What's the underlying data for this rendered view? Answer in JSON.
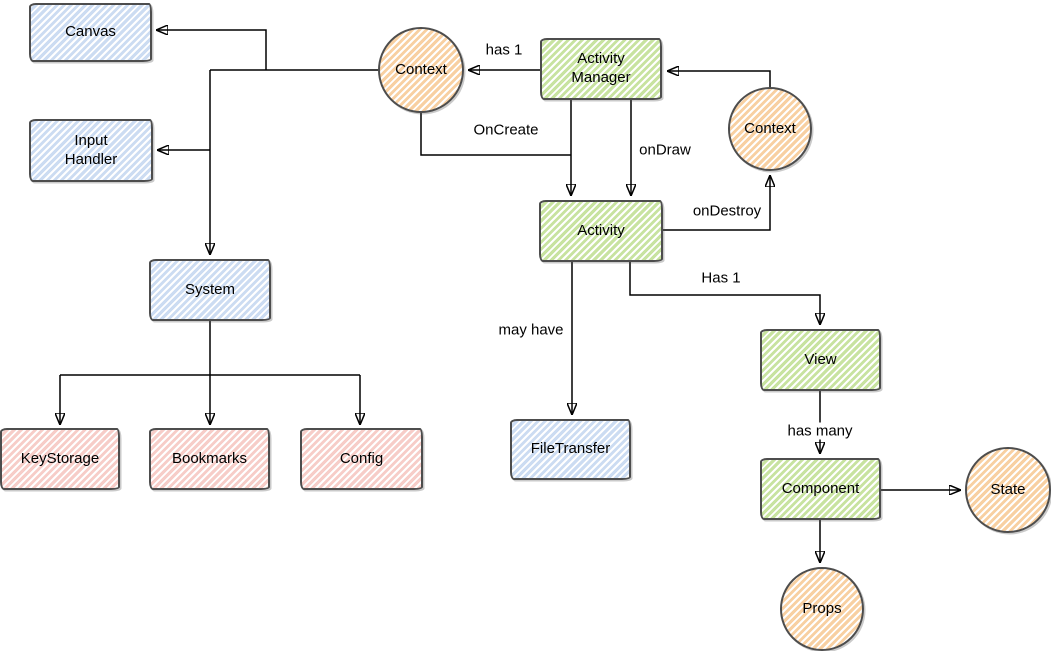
{
  "diagram": {
    "nodes": {
      "canvas": "Canvas",
      "input_handler": "Input\nHandler",
      "system": "System",
      "keystorage": "KeyStorage",
      "bookmarks": "Bookmarks",
      "config": "Config",
      "filetransfer": "FileTransfer",
      "activity_manager": "Activity\nManager",
      "activity": "Activity",
      "context_top": "Context",
      "context_right": "Context",
      "view": "View",
      "component": "Component",
      "state": "State",
      "props": "Props"
    },
    "edge_labels": {
      "has_1_top": "has 1",
      "oncreate": "OnCreate",
      "ondraw": "onDraw",
      "ondestroy": "onDestroy",
      "may_have": "may have",
      "has_1_right": "Has 1",
      "has_many": "has many"
    },
    "colors": {
      "blue_fill": "#ccdcf2",
      "green_fill": "#c8e3a0",
      "pink_fill": "#f7cdc8",
      "orange_fill": "#f8d0a2",
      "shape_stroke": "#4d4d4d",
      "edge_stroke": "#000000"
    }
  }
}
